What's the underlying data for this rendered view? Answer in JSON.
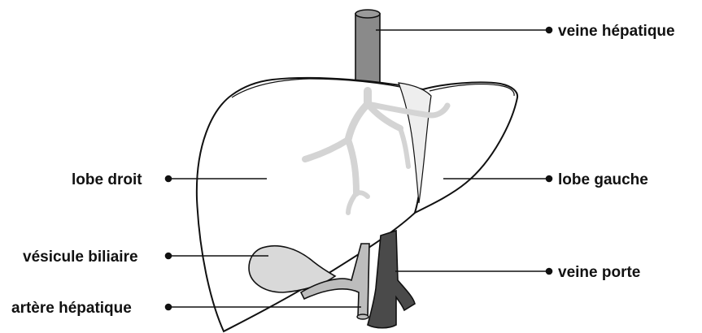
{
  "labels": {
    "hepatic_vein": "veine hépatique",
    "right_lobe": "lobe droit",
    "left_lobe": "lobe gauche",
    "gallbladder": "vésicule biliaire",
    "portal_vein": "veine porte",
    "hepatic_artery": "artère hépatique"
  },
  "colors": {
    "outline": "#111111",
    "liver_fill": "#ffffff",
    "left_lobe_shade": "#eeeeee",
    "hepatic_vein": "#8a8a8a",
    "vessel_branch": "#d4d4d4",
    "gallbladder": "#d9d9d9",
    "artery": "#bdbdbd",
    "portal_vein": "#4a4a4a",
    "leader_line": "#111111"
  }
}
